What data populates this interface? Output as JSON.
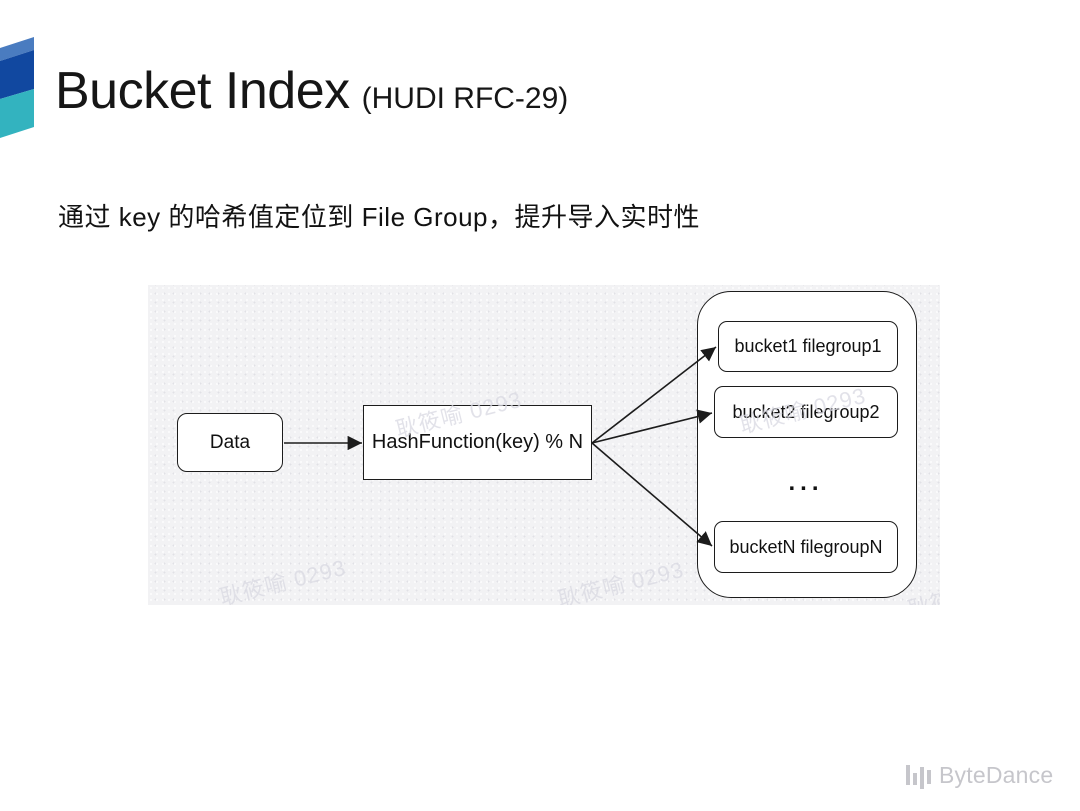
{
  "header": {
    "title": "Bucket Index",
    "subtitle_tag": "(HUDI RFC-29)"
  },
  "lead": {
    "text": "通过 key 的哈希值定位到 File Group，提升导入实时性"
  },
  "diagram": {
    "nodes": {
      "data": "Data",
      "hash": "HashFunction(key) % N"
    },
    "buckets": [
      "bucket1 filegroup1",
      "bucket2 filegroup2",
      "bucketN filegroupN"
    ],
    "ellipsis": "...",
    "stroke_color": "#1c1c1c"
  },
  "watermark": {
    "text": "耿筱喻 0293"
  },
  "brand": {
    "name": "ByteDance"
  },
  "logo_colors": {
    "top": "#4a7cc0",
    "mid": "#1148a0",
    "bottom": "#33b3bf"
  }
}
